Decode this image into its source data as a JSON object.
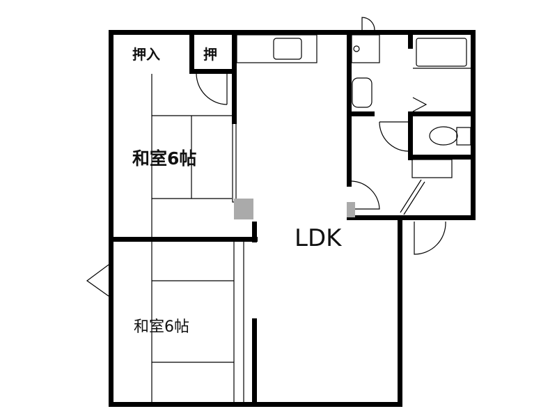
{
  "floor_plan": {
    "rooms": {
      "closet_large": "押入",
      "closet_small": "押",
      "japanese_room_north": "和室6帖",
      "japanese_room_south": "和室6帖",
      "ldk": "LDK"
    },
    "colors": {
      "wall": "#000000",
      "line": "#000000",
      "background": "#ffffff",
      "gray": "#aaaaaa"
    }
  }
}
